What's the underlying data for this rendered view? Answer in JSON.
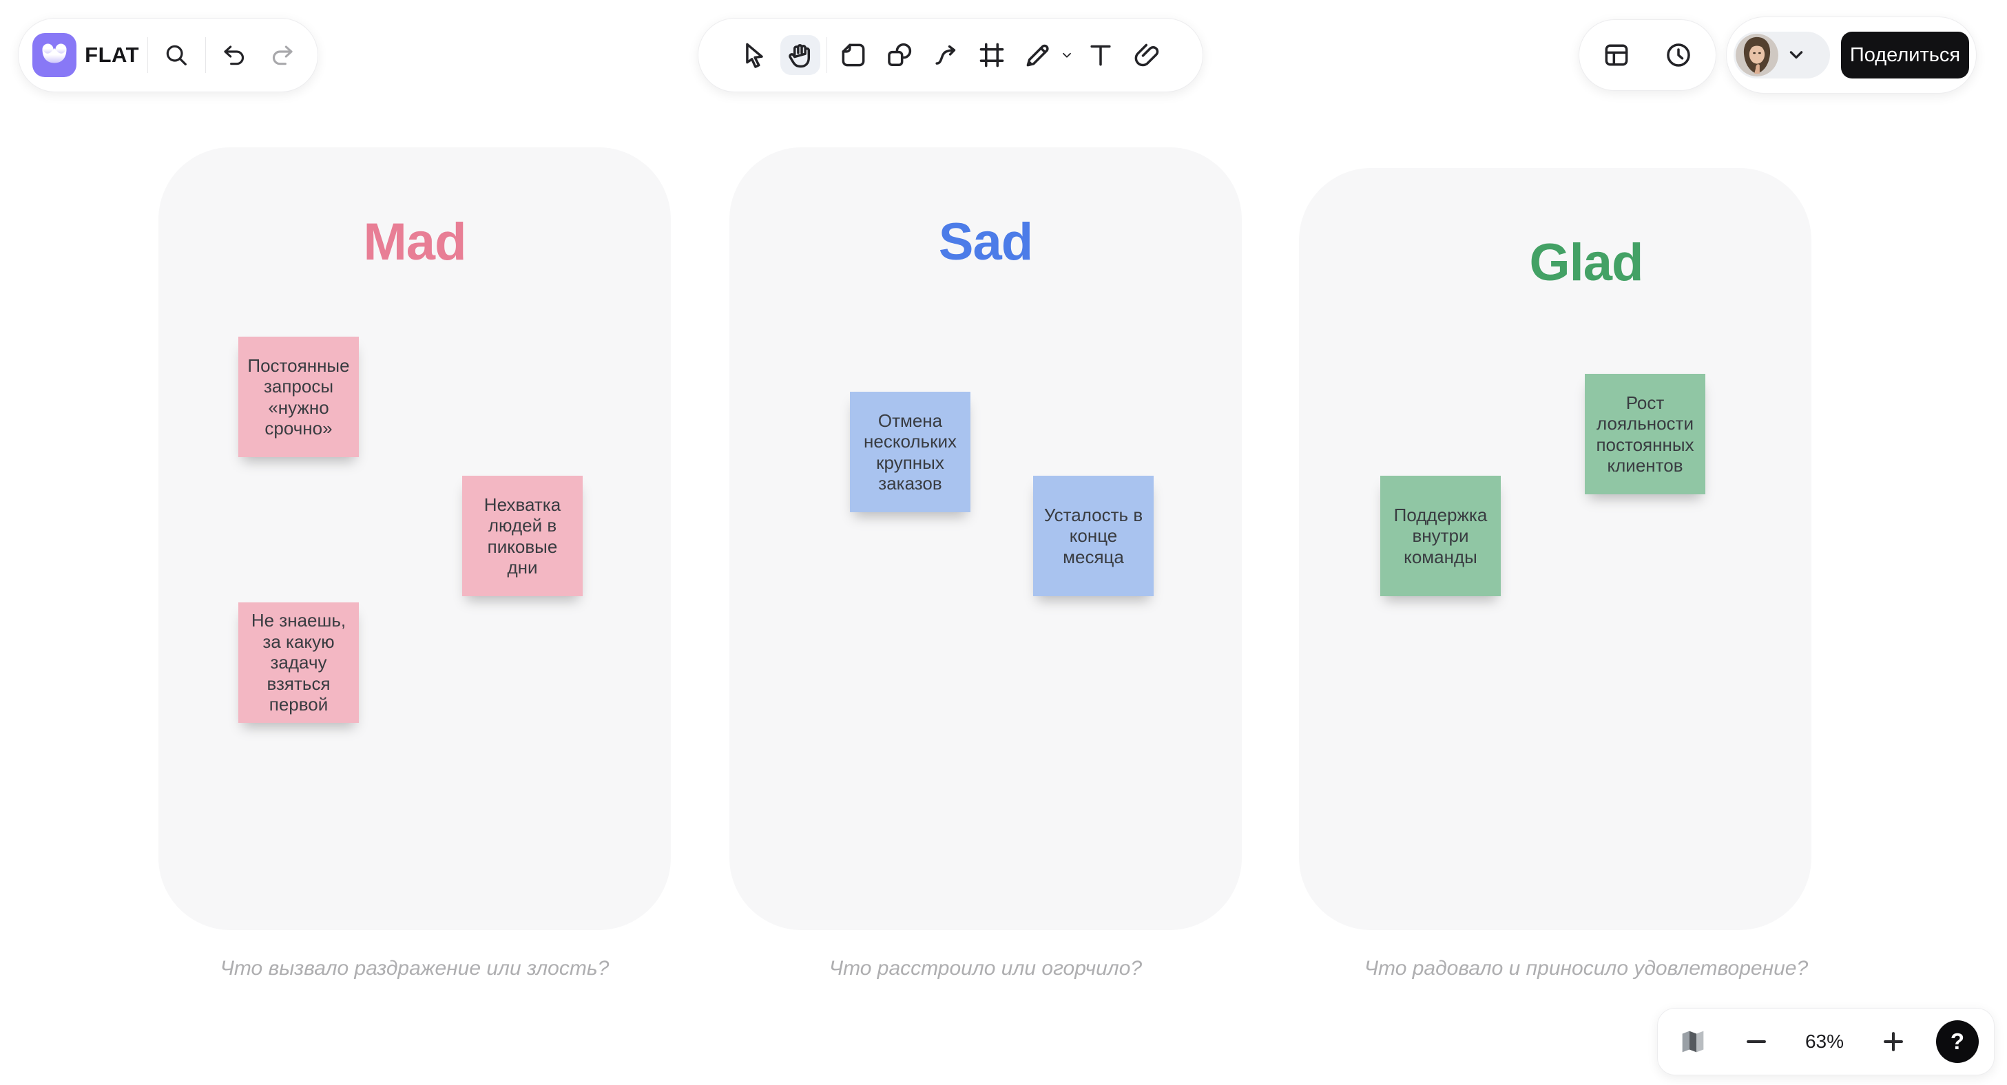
{
  "header": {
    "brand": "FLAT",
    "share_label": "Поделиться",
    "left_icons": [
      "search",
      "undo",
      "redo"
    ],
    "tool_icons": [
      "select",
      "hand",
      "sticky-note",
      "shapes",
      "connector",
      "frame",
      "pen",
      "text",
      "attachment"
    ],
    "active_tool": "hand",
    "right_icons": [
      "layout-panels",
      "history-clock"
    ],
    "avatar": "user-photo"
  },
  "theme": {
    "brand_purple": "#8878F6",
    "share_button_bg": "#111113",
    "frame_bg": "#F7F7F8",
    "mad_accent": "#E87E95",
    "sad_accent": "#4C7CE8",
    "glad_accent": "#43A165",
    "mad_note": "#F3B7C3",
    "sad_note": "#A9C3EF",
    "glad_note": "#90C6A4"
  },
  "frames": [
    {
      "title": "Mad",
      "caption": "Что вызвало раздражение или злость?",
      "notes": [
        "Постоянные запросы «нужно срочно»",
        "Нехватка людей в пиковые дни",
        "Не знаешь, за какую задачу взяться первой"
      ]
    },
    {
      "title": "Sad",
      "caption": "Что расстроило или огорчило?",
      "notes": [
        "Отмена нескольких крупных заказов",
        "Усталость в конце месяца"
      ]
    },
    {
      "title": "Glad",
      "caption": "Что радовало и приносило удовлетворение?",
      "notes": [
        "Рост лояльности постоянных клиентов",
        "Поддержка внутри команды"
      ]
    }
  ],
  "zoombar": {
    "zoom_level": "63%",
    "help": "?",
    "icons": [
      "minimap",
      "zoom-out",
      "zoom-in",
      "help"
    ]
  }
}
